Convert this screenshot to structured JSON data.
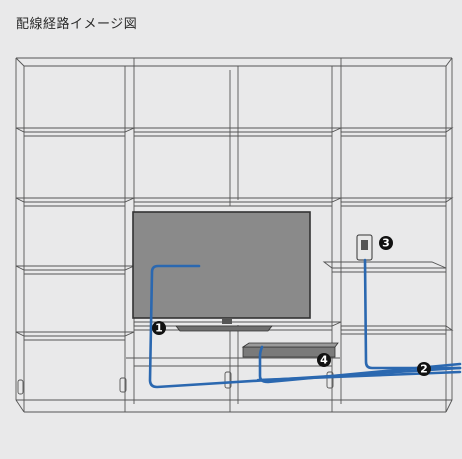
{
  "diagram": {
    "title": "配線経路イメージ図",
    "markers": [
      {
        "id": "1",
        "label": "1"
      },
      {
        "id": "2",
        "label": "2"
      },
      {
        "id": "3",
        "label": "3"
      },
      {
        "id": "4",
        "label": "4"
      }
    ],
    "colors": {
      "background": "#e9e9ea",
      "cable": "#2b68b0",
      "shelf_line": "#555555",
      "tv_screen": "#8a8a8a",
      "marker": "#111111"
    }
  }
}
